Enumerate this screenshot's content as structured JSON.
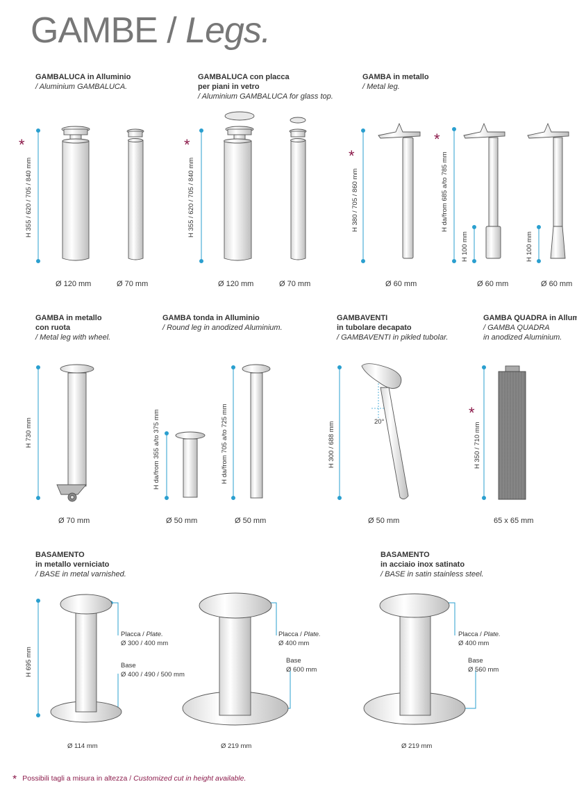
{
  "title": {
    "main": "GAMBE / ",
    "italic": "Legs."
  },
  "sections": {
    "gambaluca": {
      "line1_bold": "GAMBALUCA",
      "line1_rest": " in Alluminio",
      "line2": "/ Aluminium GAMBALUCA.",
      "height": "H 355 / 620 / 705 / 840 mm",
      "dia1": "Ø 120 mm",
      "dia2": "Ø 70 mm"
    },
    "gambaluca_glass": {
      "line1_bold": "GAMBALUCA",
      "line1_rest": " con placca",
      "line2": "per piani in vetro",
      "line3": "/ Aluminium GAMBALUCA for glass top.",
      "height": "H 355 / 620 / 705 / 840 mm",
      "dia1": "Ø 120 mm",
      "dia2": "Ø 70 mm"
    },
    "gamba_metal": {
      "line1_bold": "GAMBA",
      "line1_rest": " in metallo",
      "line2": "/ Metal leg.",
      "height1": "H 380 / 705 / 860 mm",
      "height2": "H da/from 685 a/to 785 mm",
      "height3": "H 100 mm",
      "height4": "H 100 mm",
      "dia1": "Ø 60 mm",
      "dia2": "Ø 60 mm",
      "dia3": "Ø 60 mm"
    },
    "gamba_wheel": {
      "line1_bold": "GAMBA",
      "line1_rest": " in metallo",
      "line2": "con ruota",
      "line3": "/ Metal leg with wheel.",
      "height": "H 730 mm",
      "dia": "Ø 70 mm"
    },
    "gamba_round": {
      "line1_bold": "GAMBA",
      "line1_rest": " tonda in Alluminio",
      "line2": "/ Round leg in anodized Aluminium.",
      "height1": "H da/from 355 a/to 375 mm",
      "height2": "H da/from 705 a/to 725 mm",
      "dia1": "Ø 50 mm",
      "dia2": "Ø 50 mm"
    },
    "gambaventi": {
      "line1_bold": "GAMBAVENTI",
      "line2": "in tubolare decapato",
      "line3": "/ GAMBAVENTI in pikled tubolar.",
      "height": "H 300 / 688 mm",
      "angle": "20°",
      "dia": "Ø 50 mm"
    },
    "gamba_quadra": {
      "line1_bold": "GAMBA QUADRA",
      "line1_rest": " in Alluminio",
      "line2": "/ GAMBA QUADRA",
      "line3": "in anodized Aluminium.",
      "height": "H 350 / 710 mm",
      "dim": "65 x 65 mm"
    },
    "base_varnished": {
      "line1_bold": "BASAMENTO",
      "line2": "in metallo verniciato",
      "line3": "/ BASE in metal varnished.",
      "height": "H 695 mm",
      "plate1_a": "Placca / ",
      "plate1_b": "Plate.",
      "plate1_dim": "Ø 300 / 400 mm",
      "base1_a": "Base",
      "base1_dim": "Ø 400 / 490 / 500 mm",
      "dia1": "Ø 114 mm",
      "plate2_a": "Placca / ",
      "plate2_b": "Plate.",
      "plate2_dim": "Ø 400 mm",
      "base2_a": "Base",
      "base2_dim": "Ø 600 mm",
      "dia2": "Ø 219 mm"
    },
    "base_steel": {
      "line1_bold": "BASAMENTO",
      "line2": "in acciaio inox satinato",
      "line3": "/ BASE in satin stainless steel.",
      "plate_a": "Placca / ",
      "plate_b": "Plate.",
      "plate_dim": "Ø 400 mm",
      "base_a": "Base",
      "base_dim": "Ø 560 mm",
      "dia": "Ø 219 mm"
    }
  },
  "footer": {
    "star": "*",
    "text_it": "Possibili tagli a misura in altezza / ",
    "text_en": "Customized cut in height available."
  },
  "stars": [
    "*",
    "*",
    "*",
    "*",
    "*"
  ],
  "colors": {
    "accent": "#2a9fcf",
    "star": "#8b1a4a",
    "line": "#555555"
  }
}
